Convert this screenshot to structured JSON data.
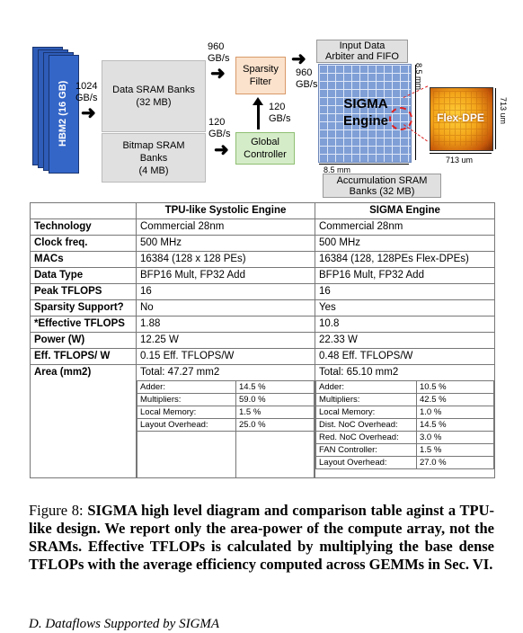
{
  "diagram": {
    "hbm": "HBM2 (16 GB)",
    "bw_1024": "1024",
    "bw_1024_unit": "GB/s",
    "data_sram": "Data SRAM Banks\n(32 MB)",
    "bitmap_sram": "Bitmap SRAM\nBanks\n(4 MB)",
    "bw_960_top": "960",
    "bw_960_top_unit": "GB/s",
    "sparsity_filter": "Sparsity\nFilter",
    "bw_120_left": "120",
    "bw_120_left_unit": "GB/s",
    "bw_120_up": "120",
    "bw_120_up_unit": "GB/s",
    "global_controller": "Global\nController",
    "input_arbiter": "Input Data\nArbiter and FIFO",
    "bw_960_right": "960",
    "bw_960_right_unit": "GB/s",
    "sigma_engine": "SIGMA\nEngine",
    "dim_85_h": "8.5 mm",
    "dim_85_v": "8.5 mm",
    "accumulation_sram": "Accumulation SRAM\nBanks (32 MB)",
    "flex_dpe": "Flex-DPE",
    "dim_713_h": "713 um",
    "dim_713_v": "713 um",
    "colors": {
      "hbm_blue": "#2e5cb8",
      "gray_box": "#e0e0e0",
      "filter_peach": "#fbe2cc",
      "controller_green": "#d5ecc8",
      "sigma_grid": "#7f9fd6"
    }
  },
  "table": {
    "headers": [
      "",
      "TPU-like Systolic Engine",
      "SIGMA Engine"
    ],
    "rows": [
      [
        "Technology",
        "Commercial 28nm",
        "Commercial 28nm"
      ],
      [
        "Clock freq.",
        "500 MHz",
        "500 MHz"
      ],
      [
        "MACs",
        "16384 (128 x 128 PEs)",
        "16384 (128, 128PEs Flex-DPEs)"
      ],
      [
        "Data Type",
        "BFP16 Mult, FP32 Add",
        "BFP16 Mult, FP32 Add"
      ],
      [
        "Peak TFLOPS",
        "16",
        "16"
      ],
      [
        "Sparsity Support?",
        "No",
        "Yes"
      ],
      [
        "*Effective TFLOPS",
        "1.88",
        "10.8"
      ],
      [
        "Power (W)",
        "12.25 W",
        "22.33 W"
      ],
      [
        "Eff. TFLOPS/ W",
        "0.15 Eff. TFLOPS/W",
        "0.48 Eff. TFLOPS/W"
      ]
    ],
    "area_label": "Area (mm2)",
    "tpu_area_total": "Total: 47.27 mm2",
    "sigma_area_total": "Total: 65.10 mm2",
    "tpu_area_breakdown": [
      [
        "Adder:",
        "14.5 %"
      ],
      [
        "Multipliers:",
        "59.0 %"
      ],
      [
        "Local Memory:",
        "1.5 %"
      ],
      [
        "Layout Overhead:",
        "25.0 %"
      ]
    ],
    "sigma_area_breakdown": [
      [
        "Adder:",
        "10.5 %"
      ],
      [
        "Multipliers:",
        "42.5 %"
      ],
      [
        "Local Memory:",
        "1.0 %"
      ],
      [
        "Dist. NoC Overhead:",
        "14.5 %"
      ],
      [
        "Red. NoC Overhead:",
        "3.0 %"
      ],
      [
        "FAN Controller:",
        "1.5 %"
      ],
      [
        "Layout Overhead:",
        "27.0 %"
      ]
    ]
  },
  "caption": {
    "prefix": "Figure 8: ",
    "bold": "SIGMA high level diagram and comparison table aginst a TPU-like design. We report only the area-power of the compute array, not the SRAMs. Effective TFLOPs is calculated by multiplying the base dense TFLOPs with the average efficiency computed across GEMMs in Sec. VI."
  },
  "next_section": "D. Dataflows Supported by SIGMA"
}
